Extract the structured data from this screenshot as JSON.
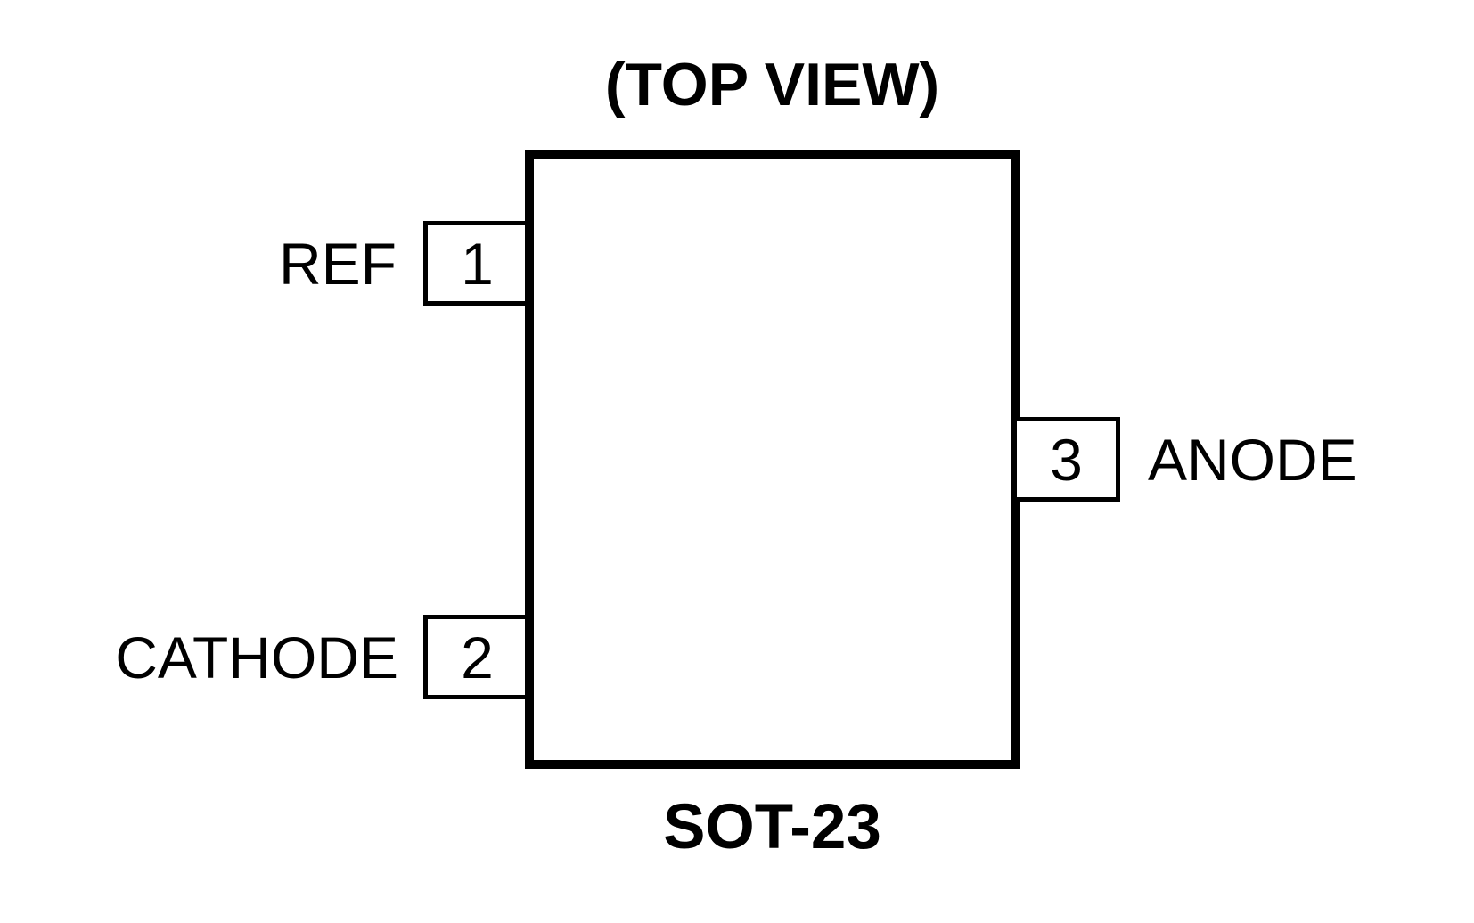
{
  "figure": {
    "title": "(TOP VIEW)",
    "package_name": "SOT-23",
    "pins": [
      {
        "number": "1",
        "label": "REF",
        "side": "left"
      },
      {
        "number": "2",
        "label": "CATHODE",
        "side": "left"
      },
      {
        "number": "3",
        "label": "ANODE",
        "side": "right"
      }
    ],
    "colors": {
      "ink": "#000000",
      "background": "#ffffff"
    }
  }
}
